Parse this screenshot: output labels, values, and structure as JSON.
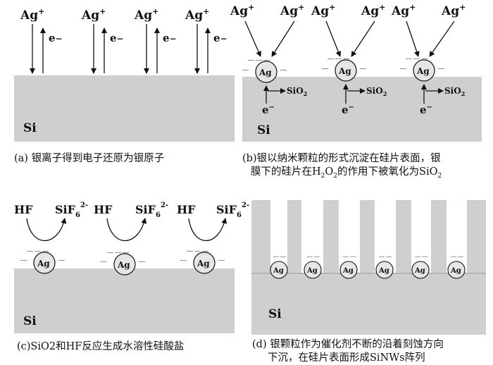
{
  "labels": {
    "ag_plus": "Ag",
    "plus": "+",
    "electron": "e",
    "minus": "−",
    "si": "Si",
    "ag": "Ag",
    "sio2": "SiO",
    "sio2_sub": "2",
    "hf": "HF",
    "sif": "SiF",
    "sif_sub": "6",
    "sif_sup": "2-",
    "charge": "—"
  },
  "captions": {
    "a": "(a) 银离子得到电子还原为银原子",
    "b_line1": "(b)银以纳米颗粒的形式沉淀在硅片表面，银",
    "b_line2_pre": "膜下的硅片在H",
    "b_line2_sub1": "2",
    "b_line2_mid1": "O",
    "b_line2_sub2": "2",
    "b_line2_mid2": "的作用下被氧化为SiO",
    "b_line2_sub3": "2",
    "c": "(c)SiO2和HF反应生成水溶性硅酸盐",
    "d_line1": "(d) 银颗粒作为催化剂不断的沿着刻蚀方向",
    "d_line2": "下沉，在硅片表面形成SiNWs阵列"
  },
  "colors": {
    "silicon": "#cfcfcf",
    "text": "#111111",
    "arrow": "#111111"
  }
}
